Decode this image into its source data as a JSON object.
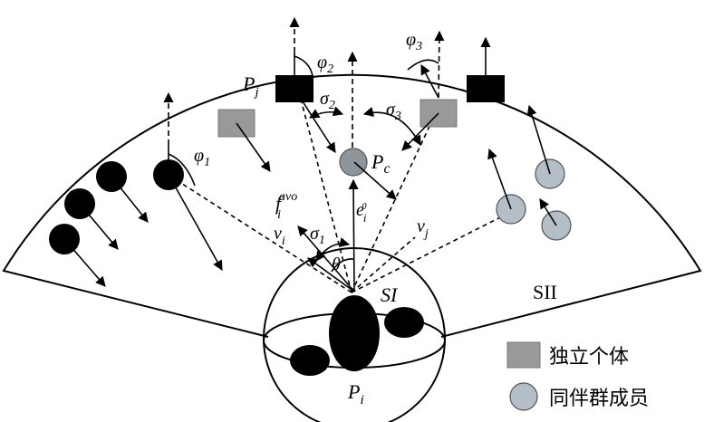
{
  "labels": {
    "Pj": "P",
    "Pj_sub": "j",
    "Pc": "P",
    "Pc_sub": "c",
    "Pi": "P",
    "Pi_sub": "i",
    "phi1": "φ",
    "phi1_sub": "1",
    "phi2": "φ",
    "phi2_sub": "2",
    "phi3": "φ",
    "phi3_sub": "3",
    "sigma1": "σ",
    "sigma1_sub": "1",
    "sigma2": "σ",
    "sigma2_sub": "2",
    "sigma3": "σ",
    "sigma3_sub": "3",
    "theta": "θ",
    "f": "f",
    "f_sub": "i",
    "f_sup": "avo",
    "e": "e",
    "e_sub": "i",
    "e_sup": "0",
    "vi": "v",
    "vi_sub": "i",
    "vj": "v",
    "vj_sub": "j",
    "SI": "SI",
    "SII": "SII"
  },
  "legend": {
    "independent_label": "独立个体",
    "group_label": "同伴群成员"
  },
  "colors": {
    "independent_fill": "#999999",
    "group_fill": "#b4bec6",
    "black": "#000000"
  }
}
